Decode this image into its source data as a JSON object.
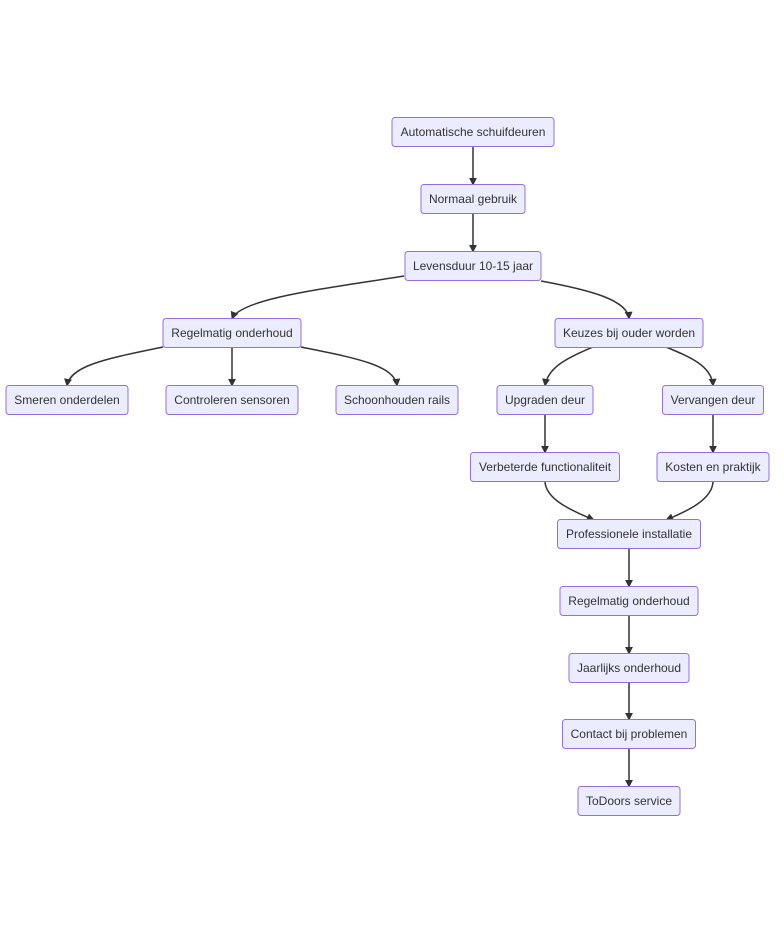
{
  "diagram": {
    "type": "flowchart",
    "direction": "top-down",
    "nodes": [
      {
        "id": "A",
        "label": "Automatische schuifdeuren"
      },
      {
        "id": "B",
        "label": "Normaal gebruik"
      },
      {
        "id": "C",
        "label": "Levensduur 10-15 jaar"
      },
      {
        "id": "D",
        "label": "Regelmatig onderhoud"
      },
      {
        "id": "E",
        "label": "Keuzes bij ouder worden"
      },
      {
        "id": "F",
        "label": "Smeren onderdelen"
      },
      {
        "id": "G",
        "label": "Controleren sensoren"
      },
      {
        "id": "H",
        "label": "Schoonhouden rails"
      },
      {
        "id": "I",
        "label": "Upgraden deur"
      },
      {
        "id": "J",
        "label": "Vervangen deur"
      },
      {
        "id": "K",
        "label": "Verbeterde functionaliteit"
      },
      {
        "id": "L",
        "label": "Kosten en praktijk"
      },
      {
        "id": "M",
        "label": "Professionele installatie"
      },
      {
        "id": "N",
        "label": "Regelmatig onderhoud"
      },
      {
        "id": "O",
        "label": "Jaarlijks onderhoud"
      },
      {
        "id": "P",
        "label": "Contact bij problemen"
      },
      {
        "id": "Q",
        "label": "ToDoors service"
      }
    ],
    "edges": [
      {
        "from": "A",
        "to": "B"
      },
      {
        "from": "B",
        "to": "C"
      },
      {
        "from": "C",
        "to": "D"
      },
      {
        "from": "C",
        "to": "E"
      },
      {
        "from": "D",
        "to": "F"
      },
      {
        "from": "D",
        "to": "G"
      },
      {
        "from": "D",
        "to": "H"
      },
      {
        "from": "E",
        "to": "I"
      },
      {
        "from": "E",
        "to": "J"
      },
      {
        "from": "I",
        "to": "K"
      },
      {
        "from": "J",
        "to": "L"
      },
      {
        "from": "K",
        "to": "M"
      },
      {
        "from": "L",
        "to": "M"
      },
      {
        "from": "M",
        "to": "N"
      },
      {
        "from": "N",
        "to": "O"
      },
      {
        "from": "O",
        "to": "P"
      },
      {
        "from": "P",
        "to": "Q"
      }
    ]
  },
  "colors": {
    "node_fill": "#ECECFF",
    "node_stroke": "#9370DB",
    "edge": "#333333",
    "text": "#333333"
  }
}
